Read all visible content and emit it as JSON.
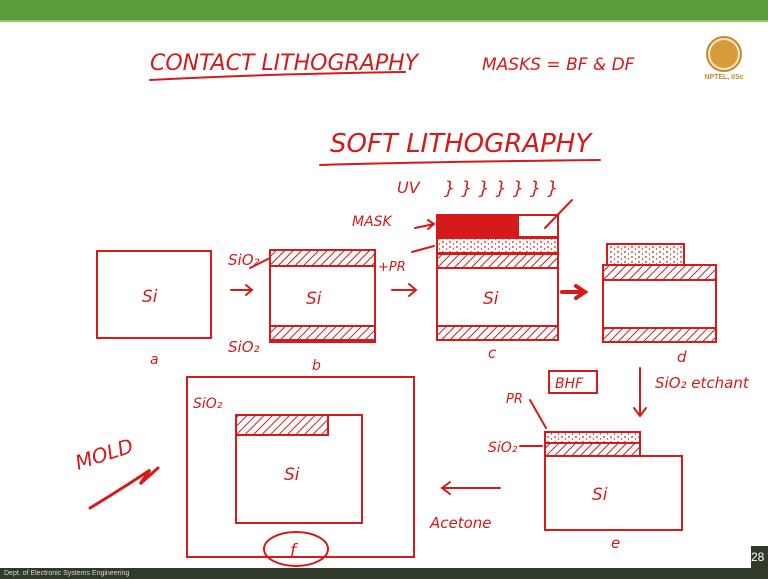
{
  "slide": {
    "footer": "Dept. of Electronic Systems Engineering",
    "page_number": "28",
    "logo_text": "NPTEL, IISc",
    "ink_color": "#d41a1a",
    "header_color": "#5a9b3a"
  },
  "annotations": {
    "title": "CONTACT LITHOGRAPHY",
    "masks": "MASKS = BF & DF",
    "subtitle": "SOFT LITHOGRAPHY",
    "uv": "UV",
    "uv_rays": "} } } } } } }",
    "mask": "MASK",
    "pr_plus": "+PR",
    "pr": "PR",
    "sio2_top": "SiO₂",
    "sio2_bottom": "SiO₂",
    "si": "Si",
    "label_a": "a",
    "label_b": "b",
    "label_c": "c",
    "label_d": "d",
    "label_e": "e",
    "label_f": "f",
    "bhf": "BHF",
    "sio2_etchant": "SiO₂ etchant",
    "sio2_e": "SiO₂",
    "acetone": "Acetone",
    "sio2_f": "SiO₂",
    "mold": "MOLD"
  }
}
